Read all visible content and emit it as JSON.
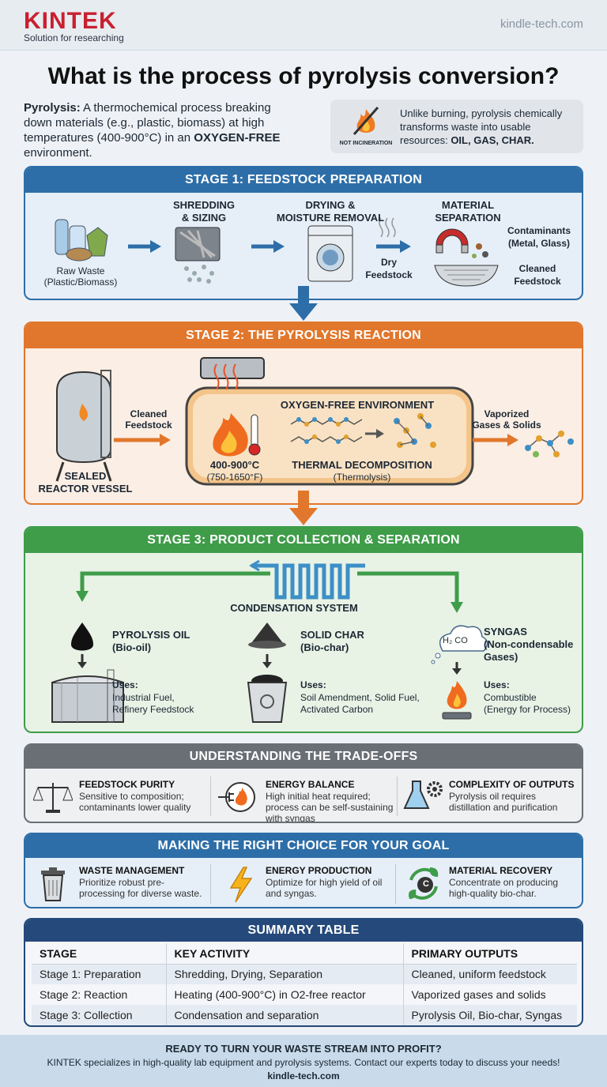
{
  "header": {
    "logo_name": "KINTEK",
    "logo_tagline": "Solution for researching",
    "site": "kindle-tech.com"
  },
  "title": "What is the process of pyrolysis conversion?",
  "intro": {
    "term": "Pyrolysis:",
    "text_a": " A thermochemical process breaking down materials (e.g., plastic, biomass) at high temperatures (400-900°C) in an ",
    "emphasis": "OXYGEN-FREE",
    "text_b": " environment."
  },
  "callout": {
    "icon_label": "NOT INCINERATION",
    "text_a": "Unlike burning, pyrolysis chemically transforms waste into usable resources: ",
    "emphasis": "OIL, GAS, CHAR."
  },
  "stage1": {
    "title": "STAGE 1: FEEDSTOCK PREPARATION",
    "raw_waste": "Raw Waste\n(Plastic/Biomass)",
    "shredding": "SHREDDING\n& SIZING",
    "drying": "DRYING &\nMOISTURE REMOVAL",
    "dry_feedstock": "Dry\nFeedstock",
    "separation": "MATERIAL\nSEPARATION",
    "contaminants": "Contaminants\n(Metal, Glass)",
    "cleaned": "Cleaned\nFeedstock"
  },
  "stage2": {
    "title": "STAGE 2: THE PYROLYSIS REACTION",
    "vessel": "SEALED\nREACTOR VESSEL",
    "cleaned_feedstock": "Cleaned\nFeedstock",
    "oxygen_free": "OXYGEN-FREE ENVIRONMENT",
    "temp": "400-900°C",
    "temp_f": "(750-1650°F)",
    "decomposition": "THERMAL DECOMPOSITION",
    "thermolysis": "(Thermolysis)",
    "vaporized": "Vaporized\nGases & Solids"
  },
  "stage3": {
    "title": "STAGE 3: PRODUCT COLLECTION & SEPARATION",
    "condensation": "CONDENSATION SYSTEM",
    "oil": "PYROLYSIS OIL\n(Bio-oil)",
    "oil_uses_label": "Uses:",
    "oil_uses": "Industrial Fuel,\nRefinery Feedstock",
    "char": "SOLID CHAR\n(Bio-char)",
    "char_uses_label": "Uses:",
    "char_uses": "Soil Amendment, Solid Fuel,\nActivated Carbon",
    "syngas": "SYNGAS\n(Non-condensable\nGases)",
    "syngas_formula_h2": "H₂",
    "syngas_formula_co": "CO",
    "syngas_uses_label": "Uses:",
    "syngas_uses": "Combustible\n(Energy for Process)"
  },
  "tradeoffs": {
    "title": "UNDERSTANDING THE TRADE-OFFS",
    "items": [
      {
        "title": "FEEDSTOCK PURITY",
        "desc": "Sensitive to composition; contaminants lower quality"
      },
      {
        "title": "ENERGY BALANCE",
        "desc": "High initial heat required; process can be self-sustaining with syngas"
      },
      {
        "title": "COMPLEXITY OF OUTPUTS",
        "desc": "Pyrolysis oil requires distillation and purification"
      }
    ]
  },
  "choice": {
    "title": "MAKING THE RIGHT CHOICE FOR YOUR GOAL",
    "items": [
      {
        "title": "WASTE MANAGEMENT",
        "desc": "Prioritize robust pre-processing for diverse waste."
      },
      {
        "title": "ENERGY PRODUCTION",
        "desc": "Optimize for high yield of oil and syngas."
      },
      {
        "title": "MATERIAL RECOVERY",
        "desc": "Concentrate on producing high-quality bio-char."
      }
    ],
    "carbon_symbol": "C"
  },
  "summary": {
    "title": "SUMMARY TABLE",
    "headers": [
      "STAGE",
      "KEY ACTIVITY",
      "PRIMARY OUTPUTS"
    ],
    "rows": [
      [
        "Stage 1: Preparation",
        "Shredding, Drying, Separation",
        "Cleaned, uniform feedstock"
      ],
      [
        "Stage 2: Reaction",
        "Heating (400-900°C) in O2-free reactor",
        "Vaporized gases and solids"
      ],
      [
        "Stage 3: Collection",
        "Condensation and separation",
        "Pyrolysis Oil, Bio-char, Syngas"
      ]
    ]
  },
  "footer": {
    "cta": "READY TO TURN YOUR WASTE STREAM INTO PROFIT?",
    "text": "KINTEK specializes in high-quality lab equipment and pyrolysis systems. Contact our experts today to discuss your needs!",
    "site": "kindle-tech.com"
  },
  "colors": {
    "brand_red": "#c8202f",
    "stage1_blue": "#2d6ea8",
    "stage2_orange": "#e1772c",
    "stage3_green": "#3f9c49",
    "tradeoff_gray": "#6a6f76",
    "summary_navy": "#25497a"
  }
}
